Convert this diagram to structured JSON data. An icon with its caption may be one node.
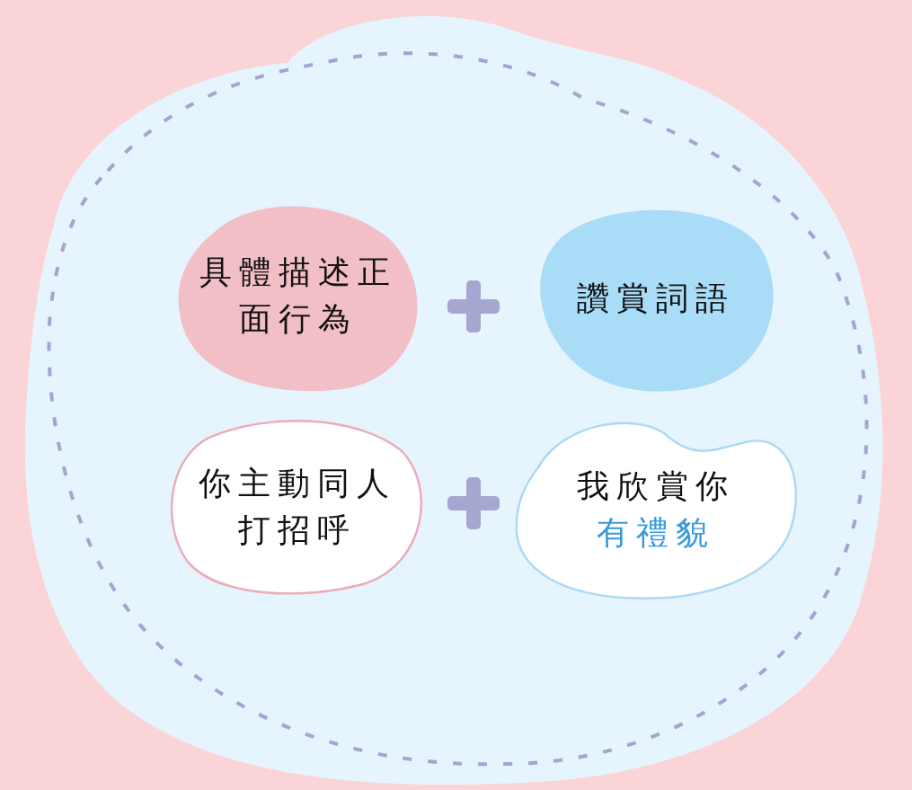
{
  "diagram": {
    "nodes": [
      {
        "text": [
          "具體描述正面行為"
        ]
      },
      {
        "text": [
          "讚賞詞語"
        ]
      },
      {
        "text": [
          "你主動同人打招呼"
        ]
      },
      {
        "text": [
          "我欣賞你",
          "有禮貌"
        ]
      }
    ]
  }
}
